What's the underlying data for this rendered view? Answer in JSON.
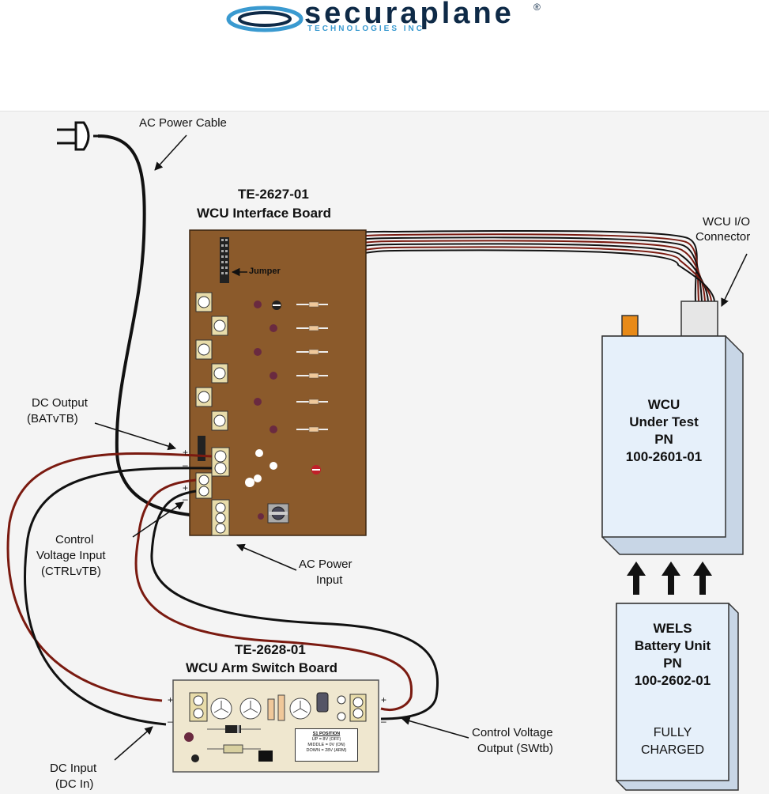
{
  "logo": {
    "brand": "securaplane",
    "subtitle": "TECHNOLOGIES INC",
    "reg_mark": "®"
  },
  "labels": {
    "ac_power_cable": "AC Power Cable",
    "dc_output": "DC Output",
    "dc_output_code": "(BATvTB)",
    "control_voltage_input_1": "Control",
    "control_voltage_input_2": "Voltage Input",
    "control_voltage_input_code": "(CTRLvTB)",
    "ac_power_input_1": "AC Power",
    "ac_power_input_2": "Input",
    "dc_input_1": "DC Input",
    "dc_input_2": "(DC In)",
    "control_voltage_output_1": "Control Voltage",
    "control_voltage_output_2": "Output (SWtb)",
    "wcu_io_connector_1": "WCU I/O",
    "wcu_io_connector_2": "Connector"
  },
  "interface_board": {
    "part_number": "TE-2627-01",
    "name": "WCU Interface Board",
    "jumper_label": "Jumper"
  },
  "arm_switch_board": {
    "part_number": "TE-2628-01",
    "name": "WCU Arm Switch Board",
    "s1_position_title": "S1 POSITION",
    "s1_up": "UP = 8V (OFF)",
    "s1_middle": "MIDDLE = 0V (ON)",
    "s1_down": "DOWN = 28V (ARM)"
  },
  "wcu_unit": {
    "line1": "WCU",
    "line2": "Under Test",
    "line3": "PN",
    "line4": "100-2601-01"
  },
  "wels_unit": {
    "line1": "WELS",
    "line2": "Battery Unit",
    "line3": "PN",
    "line4": "100-2602-01",
    "status1": "FULLY",
    "status2": "CHARGED"
  },
  "polarity": {
    "plus": "+",
    "minus": "–"
  },
  "colors": {
    "board_brown": "#8b5a2b",
    "wire_red": "#7a1a10",
    "wire_black": "#111111",
    "unit_fill": "#e6f0fa",
    "unit_side": "#c8d6e6",
    "switch_board": "#efe7cf",
    "brand_navy": "#0e2a47",
    "brand_blue": "#3a9ad0"
  }
}
